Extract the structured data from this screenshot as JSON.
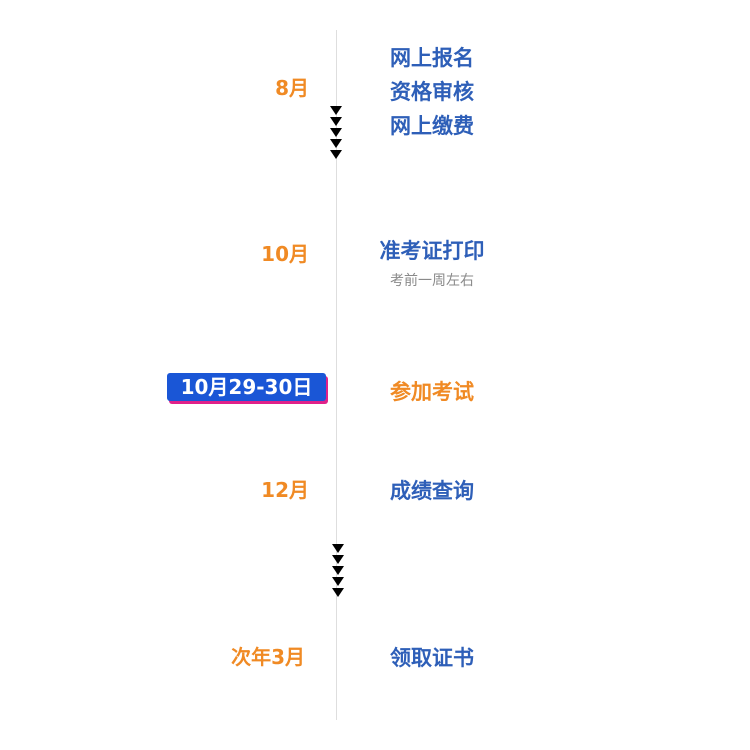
{
  "timeline": {
    "step1": {
      "month": "8月",
      "events": [
        "网上报名",
        "资格审核",
        "网上缴费"
      ]
    },
    "step2": {
      "month": "10月",
      "event": "准考证打印",
      "note": "考前一周左右"
    },
    "step3": {
      "badge": "10月29-30日",
      "event": "参加考试",
      "accent_color": "#f08a24",
      "badge_color": "#1a56d6"
    },
    "step4": {
      "month": "12月",
      "event": "成绩查询"
    },
    "step5": {
      "month": "次年3月",
      "event": "领取证书"
    }
  },
  "colors": {
    "month": "#f08a24",
    "event": "#2e5fb8",
    "line": "#dedede"
  },
  "icons": {
    "flow_arrow": "down-triangle-icon"
  }
}
